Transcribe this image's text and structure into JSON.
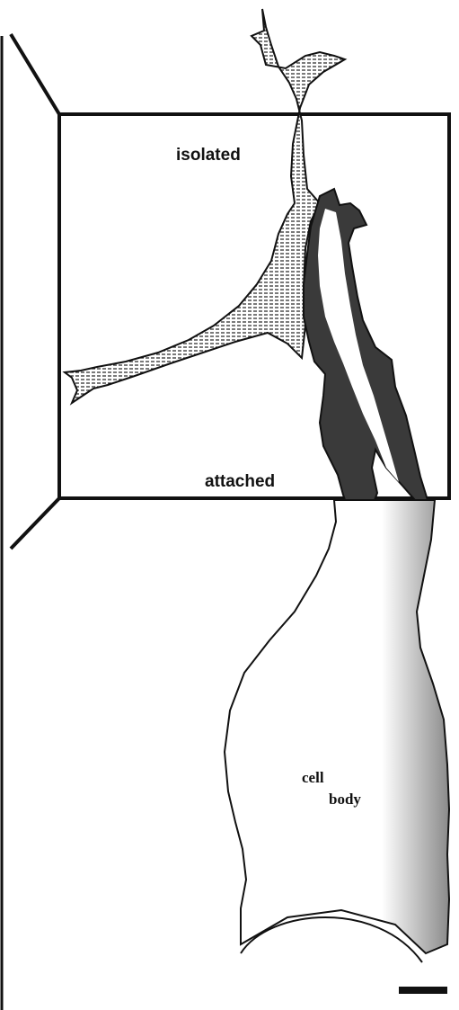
{
  "labels": {
    "isolated": "isolated",
    "attached": "attached",
    "cell_line1": "cell",
    "cell_line2": "body"
  },
  "colors": {
    "ink": "#111111",
    "shade": "#6b6b6b",
    "paper": "#ffffff"
  }
}
